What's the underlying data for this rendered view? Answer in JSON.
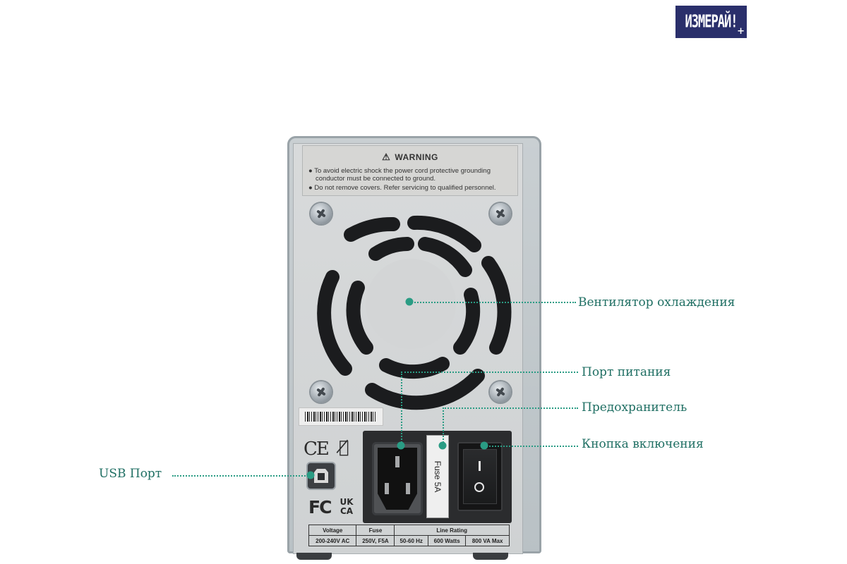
{
  "logo": {
    "text": "ИЗМЕРАЙ!",
    "plus": "+"
  },
  "warning": {
    "title": "WARNING",
    "lines": [
      "● To avoid electric shock the power cord protective grounding",
      "conductor must be connected to ground.",
      "● Do not remove covers. Refer servicing to qualified personnel."
    ]
  },
  "fuse_label": "Fuse  5A",
  "certifications": {
    "ce": "CE",
    "fcc": "FC",
    "ukca_top": "UK",
    "ukca_bottom": "CA",
    "weee_icon": "crossed-bin-icon"
  },
  "rating_table": {
    "headers": [
      "Voltage",
      "Fuse",
      "Line Rating"
    ],
    "values": [
      "200-240V AC",
      "250V, F5A",
      "50-60 Hz",
      "600 Watts",
      "800 VA Max"
    ]
  },
  "callouts": {
    "fan": "Вентилятор охлаждения",
    "power_port": "Порт питания",
    "fuse": "Предохранитель",
    "switch": "Кнопка включения",
    "usb": "USB Порт"
  },
  "colors": {
    "accent": "#2a9c84",
    "label_text": "#1f6f63",
    "logo_bg": "#2a2f6b"
  }
}
